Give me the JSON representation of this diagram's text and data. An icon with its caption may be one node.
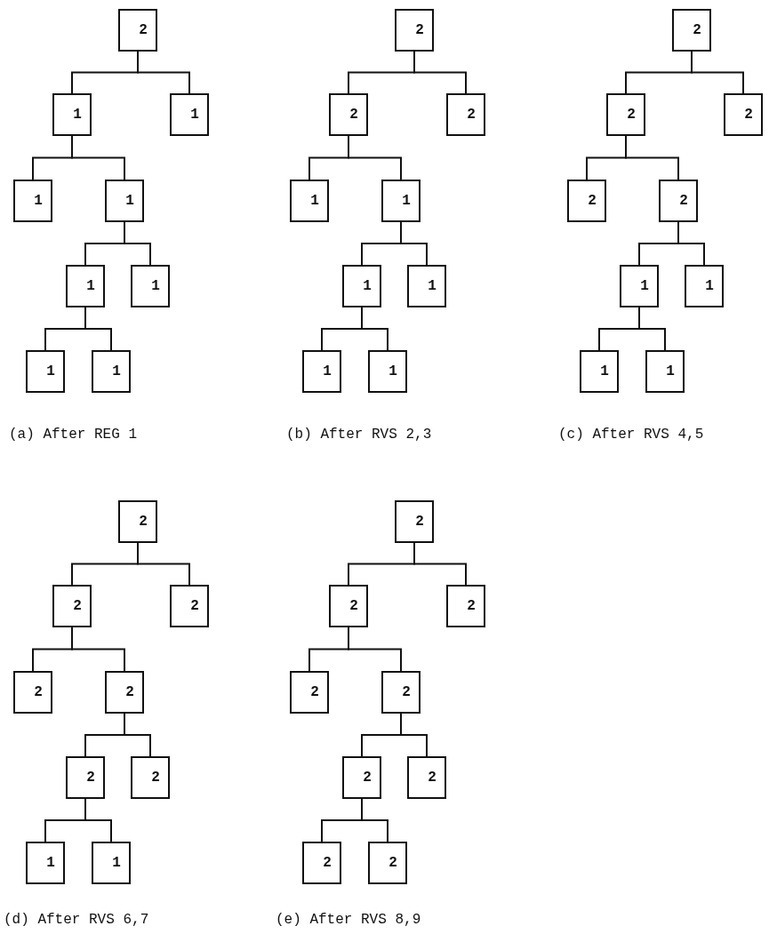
{
  "diagram": {
    "nodes": [
      {
        "text": [
          "2"
        ]
      },
      {
        "text": [
          "1"
        ]
      },
      {
        "text": [
          "1"
        ]
      },
      {
        "text": [
          "1"
        ]
      },
      {
        "text": [
          "1"
        ]
      },
      {
        "text": [
          "1"
        ]
      },
      {
        "text": [
          "1"
        ]
      },
      {
        "text": [
          "1"
        ]
      },
      {
        "text": [
          "1"
        ]
      },
      {
        "text": [
          "2"
        ]
      },
      {
        "text": [
          "2"
        ]
      },
      {
        "text": [
          "2"
        ]
      },
      {
        "text": [
          "1"
        ]
      },
      {
        "text": [
          "1"
        ]
      },
      {
        "text": [
          "1"
        ]
      },
      {
        "text": [
          "1"
        ]
      },
      {
        "text": [
          "1"
        ]
      },
      {
        "text": [
          "1"
        ]
      },
      {
        "text": [
          "2"
        ]
      },
      {
        "text": [
          "2"
        ]
      },
      {
        "text": [
          "2"
        ]
      },
      {
        "text": [
          "2"
        ]
      },
      {
        "text": [
          "2"
        ]
      },
      {
        "text": [
          "1"
        ]
      },
      {
        "text": [
          "1"
        ]
      },
      {
        "text": [
          "1"
        ]
      },
      {
        "text": [
          "1"
        ]
      },
      {
        "text": [
          "2"
        ]
      },
      {
        "text": [
          "2"
        ]
      },
      {
        "text": [
          "2"
        ]
      },
      {
        "text": [
          "2"
        ]
      },
      {
        "text": [
          "2"
        ]
      },
      {
        "text": [
          "2"
        ]
      },
      {
        "text": [
          "2"
        ]
      },
      {
        "text": [
          "1"
        ]
      },
      {
        "text": [
          "1"
        ]
      },
      {
        "text": [
          "2"
        ]
      },
      {
        "text": [
          "2"
        ]
      },
      {
        "text": [
          "2"
        ]
      },
      {
        "text": [
          "2"
        ]
      },
      {
        "text": [
          "2"
        ]
      },
      {
        "text": [
          "2"
        ]
      },
      {
        "text": [
          "2"
        ]
      },
      {
        "text": [
          "2"
        ]
      },
      {
        "text": [
          "2"
        ]
      }
    ],
    "edges": [
      {
        "from": 0,
        "to": 1,
        "arrow": "none"
      },
      {
        "from": 0,
        "to": 2,
        "arrow": "none"
      },
      {
        "from": 1,
        "to": 3,
        "arrow": "none"
      },
      {
        "from": 1,
        "to": 4,
        "arrow": "none"
      },
      {
        "from": 4,
        "to": 5,
        "arrow": "none"
      },
      {
        "from": 4,
        "to": 6,
        "arrow": "none"
      },
      {
        "from": 5,
        "to": 7,
        "arrow": "none"
      },
      {
        "from": 5,
        "to": 8,
        "arrow": "none"
      },
      {
        "from": 9,
        "to": 10,
        "arrow": "none"
      },
      {
        "from": 9,
        "to": 11,
        "arrow": "none"
      },
      {
        "from": 10,
        "to": 12,
        "arrow": "none"
      },
      {
        "from": 10,
        "to": 13,
        "arrow": "none"
      },
      {
        "from": 13,
        "to": 14,
        "arrow": "none"
      },
      {
        "from": 13,
        "to": 15,
        "arrow": "none"
      },
      {
        "from": 14,
        "to": 16,
        "arrow": "none"
      },
      {
        "from": 14,
        "to": 17,
        "arrow": "none"
      },
      {
        "from": 18,
        "to": 19,
        "arrow": "none"
      },
      {
        "from": 18,
        "to": 20,
        "arrow": "none"
      },
      {
        "from": 19,
        "to": 21,
        "arrow": "none"
      },
      {
        "from": 19,
        "to": 22,
        "arrow": "none"
      },
      {
        "from": 22,
        "to": 23,
        "arrow": "none"
      },
      {
        "from": 22,
        "to": 24,
        "arrow": "none"
      },
      {
        "from": 23,
        "to": 25,
        "arrow": "none"
      },
      {
        "from": 23,
        "to": 26,
        "arrow": "none"
      },
      {
        "from": 27,
        "to": 28,
        "arrow": "none"
      },
      {
        "from": 27,
        "to": 29,
        "arrow": "none"
      },
      {
        "from": 28,
        "to": 30,
        "arrow": "none"
      },
      {
        "from": 28,
        "to": 31,
        "arrow": "none"
      },
      {
        "from": 31,
        "to": 32,
        "arrow": "none"
      },
      {
        "from": 31,
        "to": 33,
        "arrow": "none"
      },
      {
        "from": 32,
        "to": 34,
        "arrow": "none"
      },
      {
        "from": 32,
        "to": 35,
        "arrow": "none"
      },
      {
        "from": 36,
        "to": 37,
        "arrow": "none"
      },
      {
        "from": 36,
        "to": 38,
        "arrow": "none"
      },
      {
        "from": 37,
        "to": 39,
        "arrow": "none"
      },
      {
        "from": 37,
        "to": 40,
        "arrow": "none"
      },
      {
        "from": 40,
        "to": 41,
        "arrow": "none"
      },
      {
        "from": 40,
        "to": 42,
        "arrow": "none"
      },
      {
        "from": 41,
        "to": 43,
        "arrow": "none"
      },
      {
        "from": 41,
        "to": 44,
        "arrow": "none"
      }
    ],
    "labels": [
      "(a) After REG 1",
      "(b) After RVS 2,3",
      "(c) After RVS 4,5",
      "(d) After RVS 6,7",
      "(e) After RVS 8,9"
    ]
  }
}
